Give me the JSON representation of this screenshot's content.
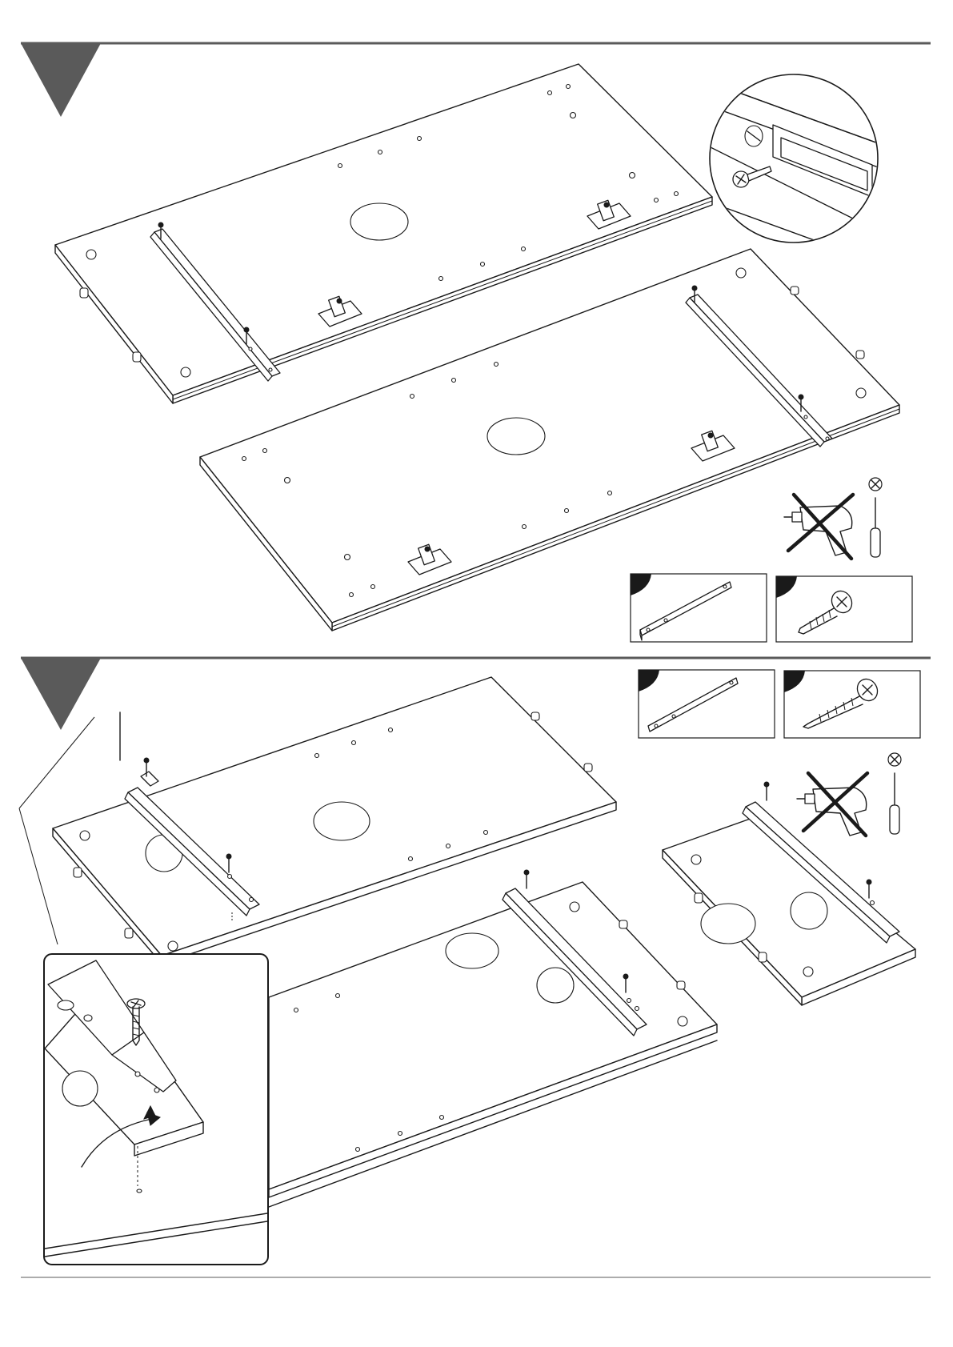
{
  "document": {
    "type": "assembly-instructions",
    "steps": [
      {
        "parts": [
          "drawer-rail",
          "wood-screw-short"
        ],
        "tools": {
          "power-drill": "not-allowed",
          "screwdriver": "allowed"
        }
      },
      {
        "parts": [
          "drawer-rail",
          "wood-screw-long"
        ],
        "tools": {
          "power-drill": "not-allowed",
          "screwdriver": "allowed"
        }
      }
    ]
  },
  "colors": {
    "line": "#1a1a1a",
    "step_marker": "#5a5a5a",
    "background": "#ffffff"
  },
  "icons": [
    "step-marker-icon",
    "power-drill-icon",
    "cross-out-icon",
    "screwdriver-icon",
    "circled-x-icon",
    "screw-icon",
    "rail-icon",
    "motion-arrow-icon"
  ]
}
